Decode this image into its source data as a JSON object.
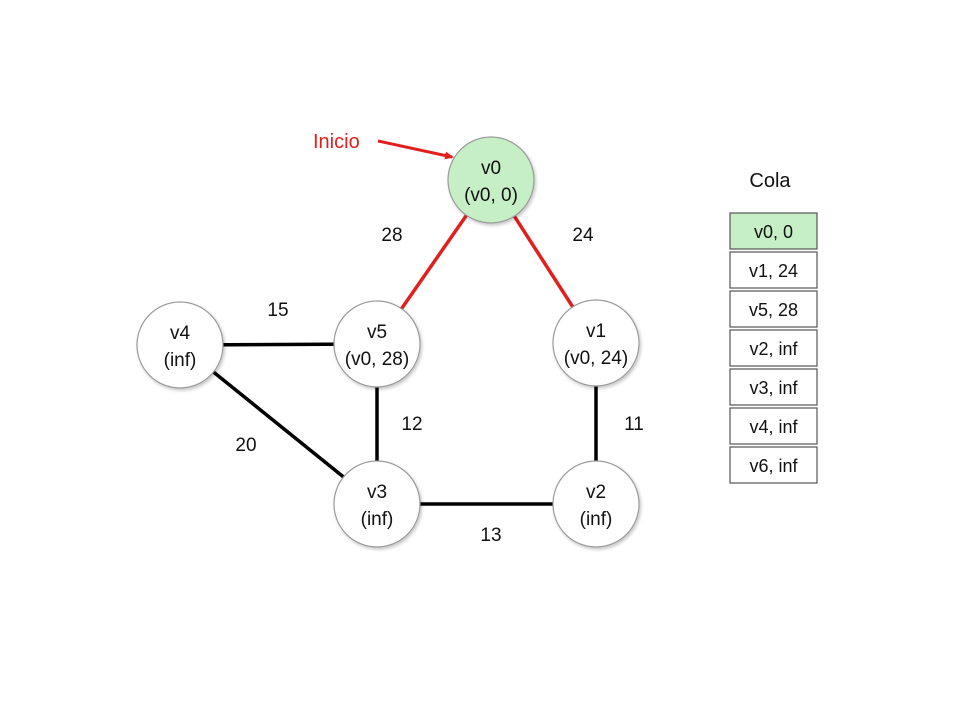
{
  "colors": {
    "visited_fill": "#c6efc6",
    "node_fill": "#ffffff",
    "node_stroke": "#9a9a9a",
    "edge_default": "#000000",
    "edge_highlight": "#e0201e",
    "start_label": "#e0201e",
    "queue_stroke": "#555555"
  },
  "start_label": "Inicio",
  "nodes": [
    {
      "id": "v0",
      "name": "v0",
      "value": "(v0, 0)",
      "visited": true
    },
    {
      "id": "v1",
      "name": "v1",
      "value": "(v0, 24)",
      "visited": false
    },
    {
      "id": "v2",
      "name": "v2",
      "value": "(inf)",
      "visited": false
    },
    {
      "id": "v3",
      "name": "v3",
      "value": "(inf)",
      "visited": false
    },
    {
      "id": "v4",
      "name": "v4",
      "value": "(inf)",
      "visited": false
    },
    {
      "id": "v5",
      "name": "v5",
      "value": "(v0, 28)",
      "visited": false
    }
  ],
  "edges": [
    {
      "id": "v0-v5",
      "from": "v0",
      "to": "v5",
      "weight": "28",
      "highlight": true
    },
    {
      "id": "v0-v1",
      "from": "v0",
      "to": "v1",
      "weight": "24",
      "highlight": true
    },
    {
      "id": "v4-v5",
      "from": "v4",
      "to": "v5",
      "weight": "15",
      "highlight": false
    },
    {
      "id": "v4-v3",
      "from": "v4",
      "to": "v3",
      "weight": "20",
      "highlight": false
    },
    {
      "id": "v5-v3",
      "from": "v5",
      "to": "v3",
      "weight": "12",
      "highlight": false
    },
    {
      "id": "v1-v2",
      "from": "v1",
      "to": "v2",
      "weight": "11",
      "highlight": false
    },
    {
      "id": "v3-v2",
      "from": "v3",
      "to": "v2",
      "weight": "13",
      "highlight": false
    }
  ],
  "queue": {
    "title": "Cola",
    "items": [
      {
        "label": "v0, 0",
        "visited": true
      },
      {
        "label": "v1, 24",
        "visited": false
      },
      {
        "label": "v5, 28",
        "visited": false
      },
      {
        "label": "v2, inf",
        "visited": false
      },
      {
        "label": "v3, inf",
        "visited": false
      },
      {
        "label": "v4, inf",
        "visited": false
      },
      {
        "label": "v6, inf",
        "visited": false
      }
    ]
  }
}
